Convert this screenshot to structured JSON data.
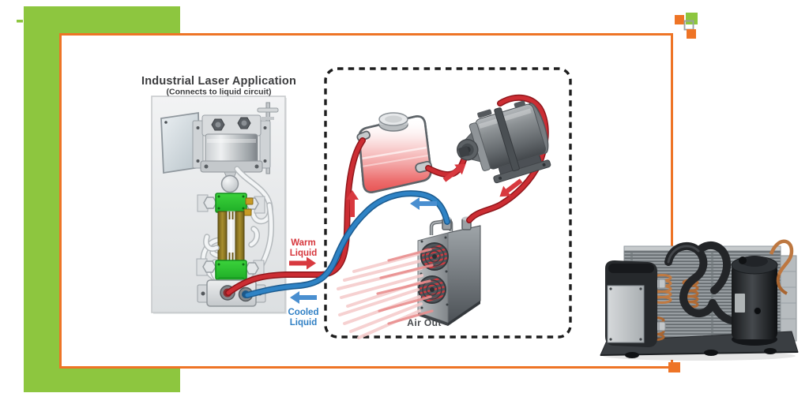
{
  "colors": {
    "green": "#8dc63f",
    "orange": "#ee7426",
    "warm_red": "#c5262c",
    "cool_blue": "#2d7dbf",
    "dash_black": "#1d1d1d"
  },
  "diagram": {
    "title": "Industrial Laser Application",
    "subtitle": "(Connects to liquid circuit)",
    "warm_line1": "Warm",
    "warm_line2": "Liquid",
    "cooled_line1": "Cooled",
    "cooled_line2": "Liquid",
    "air_out": "Air Out"
  }
}
